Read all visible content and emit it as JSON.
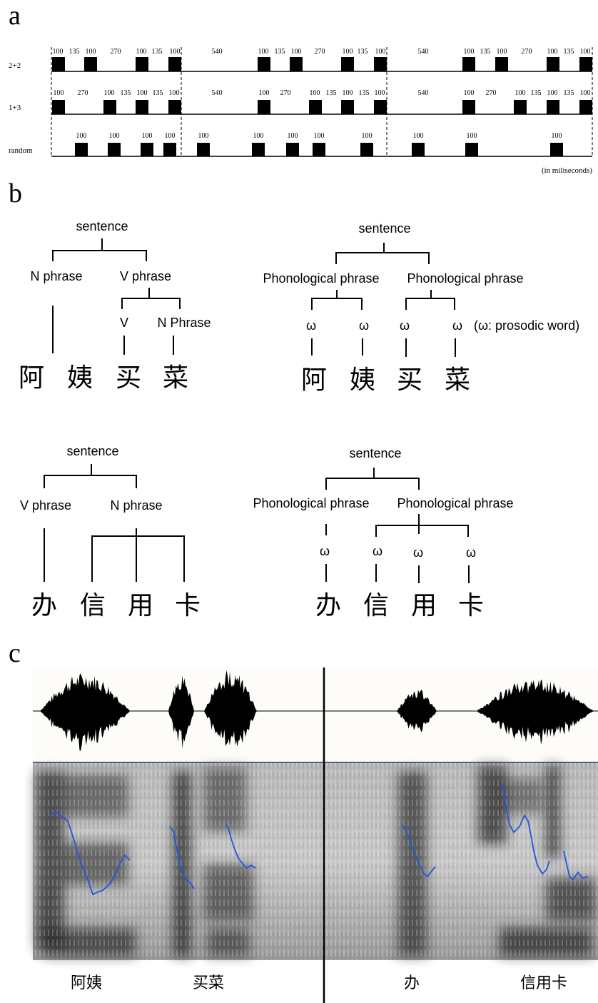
{
  "panels": {
    "a": {
      "letter": "a",
      "unit_note": "(in miliseconds)",
      "rows": [
        {
          "label": "2+2",
          "numbers": [
            "100",
            "135",
            "100",
            "270",
            "100",
            "135",
            "100",
            "540",
            "100",
            "135",
            "100",
            "270",
            "100",
            "135",
            "100",
            "540",
            "100",
            "135",
            "100",
            "270",
            "100",
            "135",
            "100"
          ]
        },
        {
          "label": "1+3",
          "numbers": [
            "100",
            "270",
            "100",
            "135",
            "100",
            "135",
            "100",
            "540",
            "100",
            "270",
            "100",
            "135",
            "100",
            "135",
            "100",
            "540",
            "100",
            "270",
            "100",
            "135",
            "100",
            "135",
            "100"
          ]
        },
        {
          "label": "random",
          "numbers": [
            "100",
            "100",
            "100",
            "100",
            "100",
            "100",
            "100",
            "100",
            "100",
            "100",
            "100",
            "100"
          ]
        }
      ]
    },
    "b": {
      "letter": "b",
      "note": "(ω: prosodic word)",
      "trees": [
        {
          "root": "sentence",
          "left": "N phrase",
          "right": "V phrase",
          "sub_left": "V",
          "sub_right": "N Phrase",
          "chars": [
            "阿",
            "姨",
            "买",
            "菜"
          ]
        },
        {
          "root": "sentence",
          "left": "Phonological phrase",
          "right": "Phonological phrase",
          "leaves": [
            "ω",
            "ω",
            "ω",
            "ω"
          ],
          "chars": [
            "阿",
            "姨",
            "买",
            "菜"
          ]
        },
        {
          "root": "sentence",
          "left": "V phrase",
          "right": "N phrase",
          "chars": [
            "办",
            "信",
            "用",
            "卡"
          ]
        },
        {
          "root": "sentence",
          "left": "Phonological phrase",
          "right": "Phonological phrase",
          "leaves": [
            "ω",
            "ω",
            "ω",
            "ω"
          ],
          "chars": [
            "办",
            "信",
            "用",
            "卡"
          ]
        }
      ]
    },
    "c": {
      "letter": "c",
      "captions": [
        "阿姨",
        "买菜",
        "办",
        "信用卡"
      ]
    }
  }
}
